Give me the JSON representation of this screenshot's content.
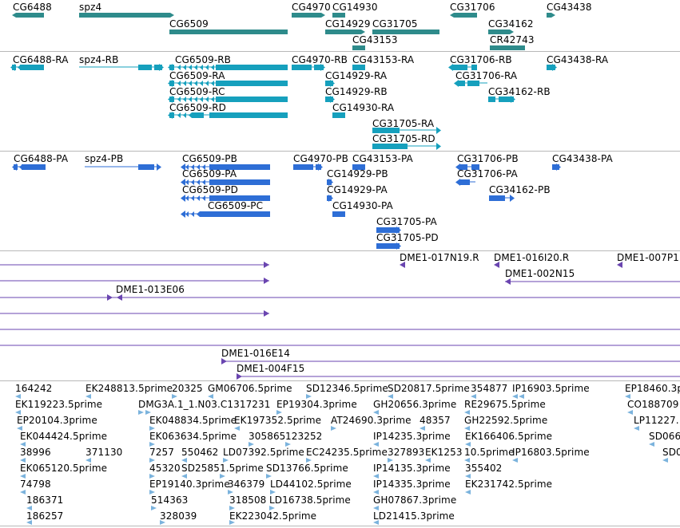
{
  "colors": {
    "gene": "#2e8b8b",
    "transcript": "#16a0bd",
    "protein": "#2e6ed6",
    "clone": "#6a45b0",
    "est": "#7bb3dd",
    "separator": "#b8b8b8"
  },
  "tracks": {
    "genes": {
      "labels": [
        "CG6488",
        "spz4",
        "CG4970",
        "CG14930",
        "CG31706",
        "CG43438",
        "CG6509",
        "CG14929",
        "CG31705",
        "CG34162",
        "CG43153",
        "CR42743"
      ]
    },
    "transcripts": {
      "labels": [
        "CG6488-RA",
        "spz4-RB",
        "CG6509-RB",
        "CG4970-RB",
        "CG43153-RA",
        "CG31706-RB",
        "CG43438-RA",
        "CG6509-RA",
        "CG14929-RA",
        "CG31706-RA",
        "CG6509-RC",
        "CG14929-RB",
        "CG34162-RB",
        "CG6509-RD",
        "CG14930-RA",
        "CG31705-RA",
        "CG31705-RD"
      ]
    },
    "proteins": {
      "labels": [
        "CG6488-PA",
        "spz4-PB",
        "CG6509-PB",
        "CG4970-PB",
        "CG43153-PA",
        "CG31706-PB",
        "CG43438-PA",
        "CG6509-PA",
        "CG14929-PB",
        "CG31706-PA",
        "CG6509-PD",
        "CG14929-PA",
        "CG34162-PB",
        "CG6509-PC",
        "CG14930-PA",
        "CG31705-PA",
        "CG31705-PD"
      ]
    },
    "clones": {
      "labels": [
        "DME1-017N19.R",
        "DME1-016I20.R",
        "DME1-007P1",
        "DME1-002N15",
        "DME1-013E06",
        "DME1-016E14",
        "DME1-004F15"
      ]
    },
    "ests": {
      "labels": [
        "164242",
        "EK248813.5prime",
        "20325",
        "GM06706.5prime",
        "SD12346.5prime",
        "SD20817.5prime",
        "354877",
        "IP16903.5prime",
        "EP18460.3p",
        "EK119223.5prime",
        "DMG3A.1_1.N03.C1317231",
        "EP19304.3prime",
        "GH20656.3prime",
        "RE29675.5prime",
        "CO188709",
        "EP20104.3prime",
        "EK048834.5prime",
        "EK197352.5prime",
        "AT24690.3prime",
        "48357",
        "GH22592.5prime",
        "LP11227.",
        "EK044424.5prime",
        "EK063634.5prime",
        "305865",
        "123252",
        "IP14235.3prime",
        "EK166406.5prime",
        "SD066",
        "38996",
        "371130",
        "7257",
        "550462",
        "LD07392.5prime",
        "EC24235.5prime",
        "327893",
        "EK1253",
        "10.5prime",
        "IP16803.5prime",
        "SD0",
        "EK065120.5prime",
        "45320",
        "SD2585",
        "1.5prime",
        "SD13766.5prime",
        "IP14135.3prime",
        "355402",
        "74798",
        "EP19140.3prime",
        "346379",
        "LD44102.5prime",
        "IP14335.3prime",
        "EK231742.5prime",
        "186371",
        "514363",
        "318508",
        "LD16738.5prime",
        "GH07867.3prime",
        "186257",
        "328039",
        "EK223042.5prime",
        "LD21415.3prime"
      ]
    }
  }
}
